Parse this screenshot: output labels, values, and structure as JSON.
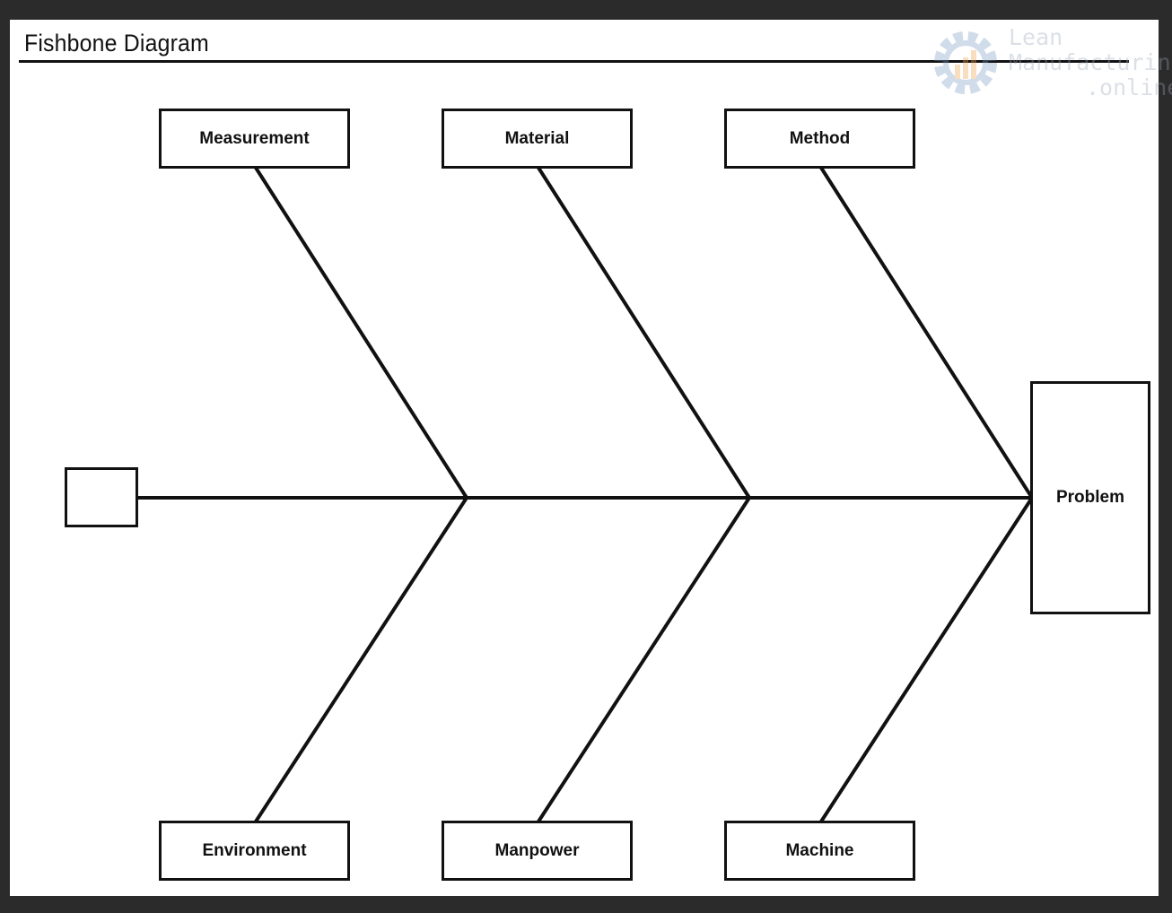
{
  "header": {
    "title": "Fishbone Diagram"
  },
  "watermark": {
    "line1": "Lean",
    "line2": "Manufacturing",
    "line3": ".online"
  },
  "categories": {
    "top": [
      "Measurement",
      "Material",
      "Method"
    ],
    "bottom": [
      "Environment",
      "Manpower",
      "Machine"
    ]
  },
  "effect": {
    "label": "Problem"
  },
  "colors": {
    "line": "#111111",
    "background": "#ffffff",
    "frame": "#2b2b2b"
  }
}
